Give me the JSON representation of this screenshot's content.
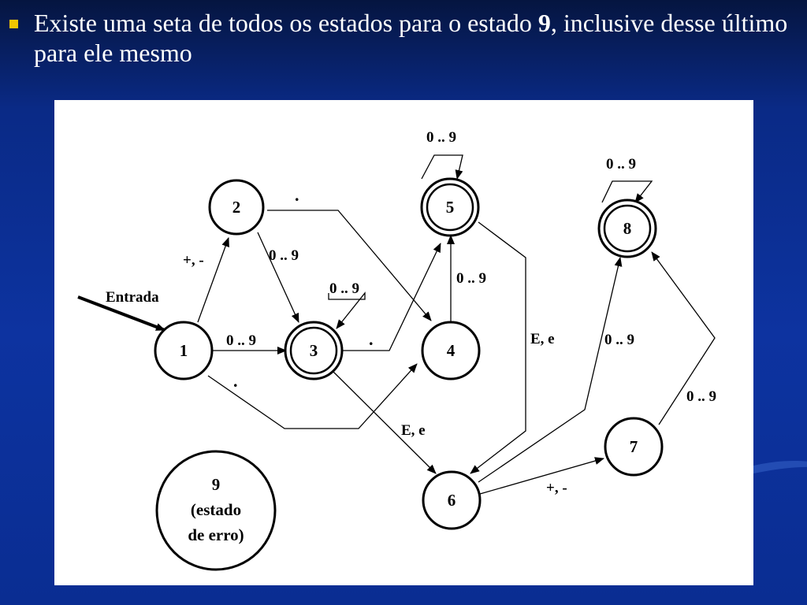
{
  "slide": {
    "bullet_text_before": "Existe uma seta de todos os estados para o estado ",
    "bullet_text_bold": "9",
    "bullet_text_after": ", inclusive desse último para ele mesmo"
  },
  "diagram": {
    "entrada_label": "Entrada",
    "states": {
      "s1": "1",
      "s2": "2",
      "s3": "3",
      "s4": "4",
      "s5": "5",
      "s6": "6",
      "s7": "7",
      "s8": "8",
      "s9_line1": "9",
      "s9_line2": "(estado",
      "s9_line3": "de erro)"
    },
    "accepting_states": [
      "3",
      "5",
      "8"
    ],
    "edge_labels": {
      "e1_2": "+, -",
      "e1_3": "0 .. 9",
      "e1_4": ".",
      "e2_3": "0 .. 9",
      "e2_4": ".",
      "e3_3": "0 .. 9",
      "e3_5": ".",
      "e3_6": "E, e",
      "e4_5": "0 .. 9",
      "e5_5": "0 .. 9",
      "e5_6": "E, e",
      "e6_7": "+, -",
      "e6_8": "0 .. 9",
      "e7_8": "0 .. 9",
      "e8_8": "0 .. 9"
    }
  }
}
